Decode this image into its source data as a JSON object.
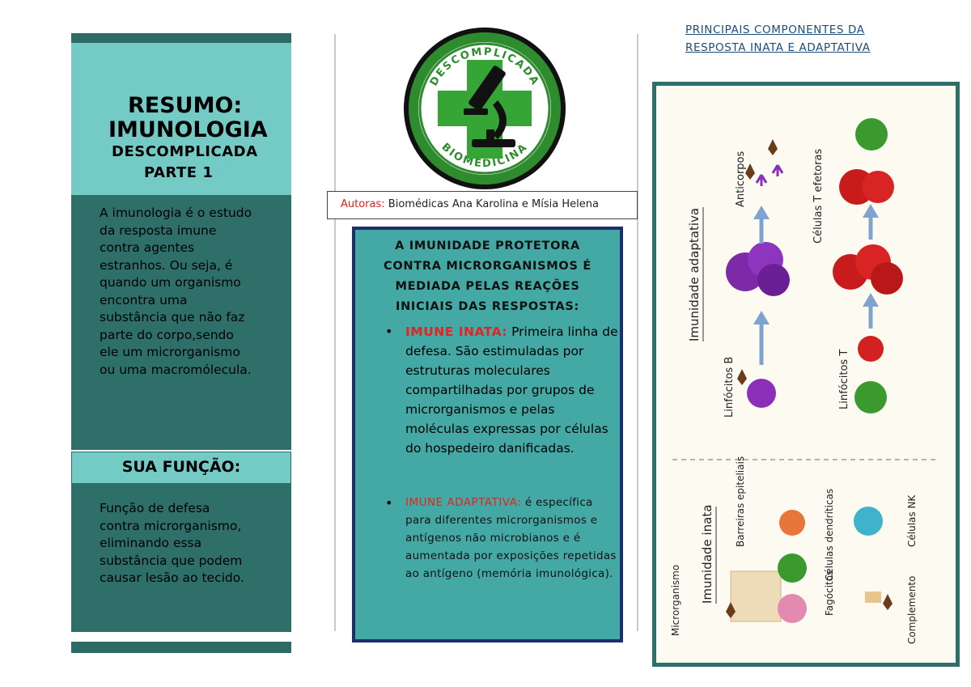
{
  "left_panel": {
    "title_line1": "RESUMO:",
    "title_line2": "IMUNOLOGIA",
    "title_line3": "DESCOMPLICADA",
    "title_line4": "PARTE 1",
    "intro": "A imunologia é o estudo da resposta imune contra agentes estranhos. Ou seja, é quando um organismo encontra uma substância que não faz parte do corpo,sendo ele um microrganismo ou uma macromólecula.",
    "function_heading": "SUA FUNÇÃO:",
    "function_text": "Função de defesa contra microrganismo, eliminando essa substância que podem causar lesão ao tecido."
  },
  "logo": {
    "text_top": "DESCOMPLICADA",
    "text_bottom": "BIOMEDICINA",
    "icon": "microscope-cross-icon",
    "colors": {
      "ring": "#2e8b2e",
      "cross": "#35a535",
      "microscope": "#111111"
    }
  },
  "authors": {
    "label": "Autoras:",
    "names": "Biomédicas Ana Karolina e Mísia Helena"
  },
  "immunity_box": {
    "heading_lines": [
      "A IMUNIDADE PROTETORA",
      "CONTRA MICRORGANISMOS É",
      "MEDIADA PELAS REAÇÕES",
      "INICIAIS DAS RESPOSTAS:"
    ],
    "innate_term": "IMUNE INATA:",
    "innate_text": "Primeira linha de defesa. São estimuladas por estruturas moleculares compartilhadas por grupos de microrganismos e pelas moléculas expressas por células do hospedeiro danificadas.",
    "adaptive_term": "IMUNE ADAPTATIVA:",
    "adaptive_text": "é específica para diferentes microrganismos e antígenos não microbianos e é aumentada por exposições repetidas ao antígeno (memória imunológica).",
    "bullet_icon": "•"
  },
  "right_panel": {
    "heading_line1": "PRINCIPAIS COMPONENTES DA",
    "heading_line2": "RESPOSTA INATA E ADAPTATIVA",
    "figure_labels": {
      "adaptive": "Imunidade adaptativa",
      "b_lymphocytes": "Linfócitos B",
      "antibodies": "Anticorpos",
      "t_lymphocytes": "Linfócitos T",
      "effector_t": "Células T efetoras",
      "innate": "Imunidade inata",
      "microorganism": "Microrganismo",
      "epithelial": "Barreiras epiteliais",
      "phagocytes": "Fagócitos",
      "dendritic": "Células dendríticas",
      "complement": "Complemento",
      "nk": "Células NK"
    },
    "colors": {
      "frame": "#2e6f6a",
      "heading": "#1b4d7a"
    }
  }
}
